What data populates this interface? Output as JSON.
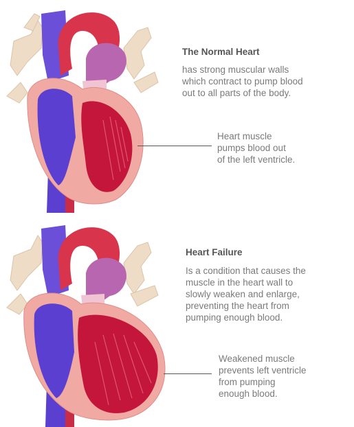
{
  "normal_heart": {
    "heading": "The Normal Heart",
    "description_lines": [
      "has strong muscular walls",
      "which contract to pump blood",
      "out to all parts of the body."
    ],
    "callout_lines": [
      "Heart muscle",
      "pumps blood out",
      "of the left ventricle."
    ]
  },
  "heart_failure": {
    "heading": "Heart Failure",
    "description_lines": [
      "Is a condition that causes the",
      "muscle in the heart wall to",
      "slowly weaken and enlarge,",
      "preventing the heart from",
      "pumping enough blood."
    ],
    "callout_lines": [
      "Weakened muscle",
      "prevents left ventricle",
      "from pumping",
      "enough blood."
    ]
  },
  "colors": {
    "aorta_red": "#d8344c",
    "vein_blue": "#5a3fd0",
    "muscle_pink": "#f1a9a3",
    "ventricle_red": "#c4153a",
    "vessel_purple": "#b866b0",
    "fat_beige": "#efdcc6"
  }
}
